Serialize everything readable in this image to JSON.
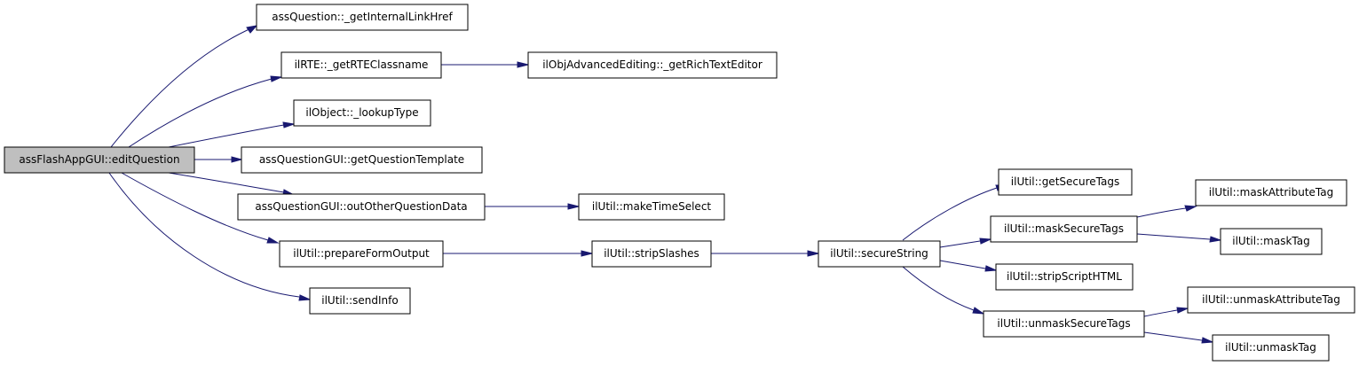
{
  "colors": {
    "edge": "#191970",
    "node_border": "#000000",
    "root_fill": "#bfbfbf",
    "node_fill": "#ffffff"
  },
  "nodes": {
    "root": "assFlashAppGUI::editQuestion",
    "n1": "assQuestion::_getInternalLinkHref",
    "n2": "ilRTE::_getRTEClassname",
    "n3": "ilObjAdvancedEditing::_getRichTextEditor",
    "n4": "ilObject::_lookupType",
    "n5": "assQuestionGUI::getQuestionTemplate",
    "n6": "assQuestionGUI::outOtherQuestionData",
    "n7": "ilUtil::makeTimeSelect",
    "n8": "ilUtil::prepareFormOutput",
    "n9": "ilUtil::stripSlashes",
    "n10": "ilUtil::secureString",
    "n11": "ilUtil::getSecureTags",
    "n12": "ilUtil::maskSecureTags",
    "n13": "ilUtil::maskAttributeTag",
    "n14": "ilUtil::maskTag",
    "n15": "ilUtil::stripScriptHTML",
    "n16": "ilUtil::unmaskSecureTags",
    "n17": "ilUtil::unmaskAttributeTag",
    "n18": "ilUtil::unmaskTag",
    "n19": "ilUtil::sendInfo"
  }
}
